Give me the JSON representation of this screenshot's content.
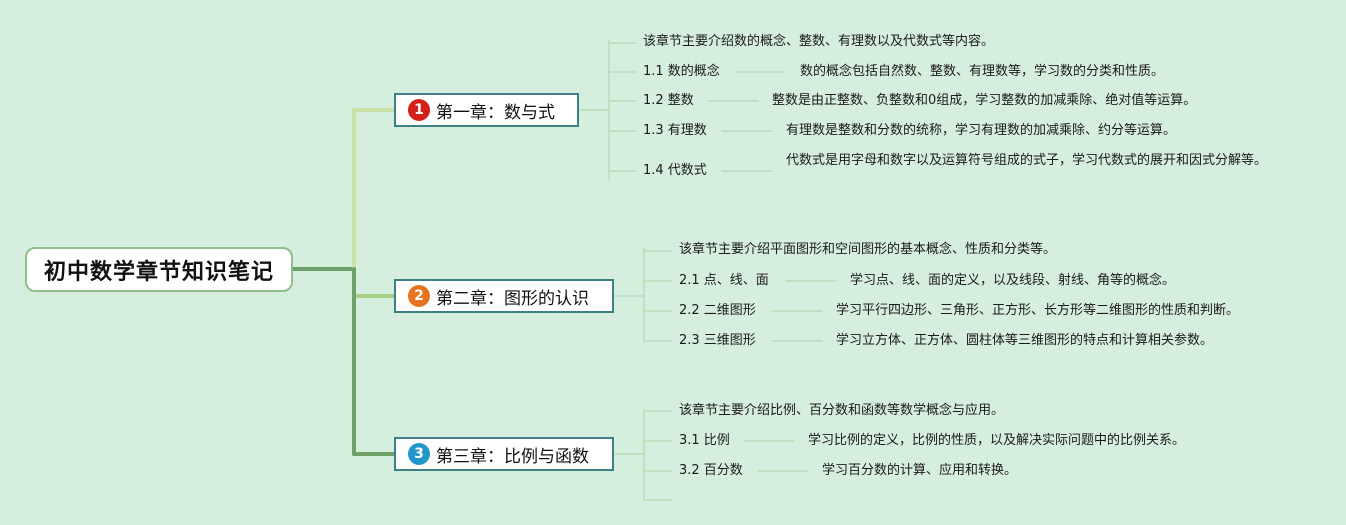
{
  "root": {
    "title": "初中数学章节知识笔记"
  },
  "chapters": [
    {
      "badge": "1",
      "badge_color": "#d4201a",
      "title": "第一章：数与式",
      "intro": "该章节主要介绍数的概念、整数、有理数以及代数式等内容。",
      "items": [
        {
          "label": "1.1 数的概念",
          "desc": "数的概念包括自然数、整数、有理数等，学习数的分类和性质。"
        },
        {
          "label": "1.2 整数",
          "desc": "整数是由正整数、负整数和0组成，学习整数的加减乘除、绝对值等运算。"
        },
        {
          "label": "1.3 有理数",
          "desc": "有理数是整数和分数的统称，学习有理数的加减乘除、约分等运算。"
        },
        {
          "label": "1.4 代数式",
          "desc": "代数式是用字母和数字以及运算符号组成的式子，学习代数式的展开和因式分解等。"
        }
      ]
    },
    {
      "badge": "2",
      "badge_color": "#e8731c",
      "title": "第二章：图形的认识",
      "intro": "该章节主要介绍平面图形和空间图形的基本概念、性质和分类等。",
      "items": [
        {
          "label": "2.1 点、线、面",
          "desc": "学习点、线、面的定义，以及线段、射线、角等的概念。"
        },
        {
          "label": "2.2 二维图形",
          "desc": "学习平行四边形、三角形、正方形、长方形等二维图形的性质和判断。"
        },
        {
          "label": "2.3 三维图形",
          "desc": "学习立方体、正方体、圆柱体等三维图形的特点和计算相关参数。"
        }
      ]
    },
    {
      "badge": "3",
      "badge_color": "#2196c9",
      "title": "第三章：比例与函数",
      "intro": "该章节主要介绍比例、百分数和函数等数学概念与应用。",
      "items": [
        {
          "label": "3.1 比例",
          "desc": "学习比例的定义，比例的性质，以及解决实际问题中的比例关系。"
        },
        {
          "label": "3.2 百分数",
          "desc": "学习百分数的计算、应用和转换。"
        }
      ]
    }
  ]
}
